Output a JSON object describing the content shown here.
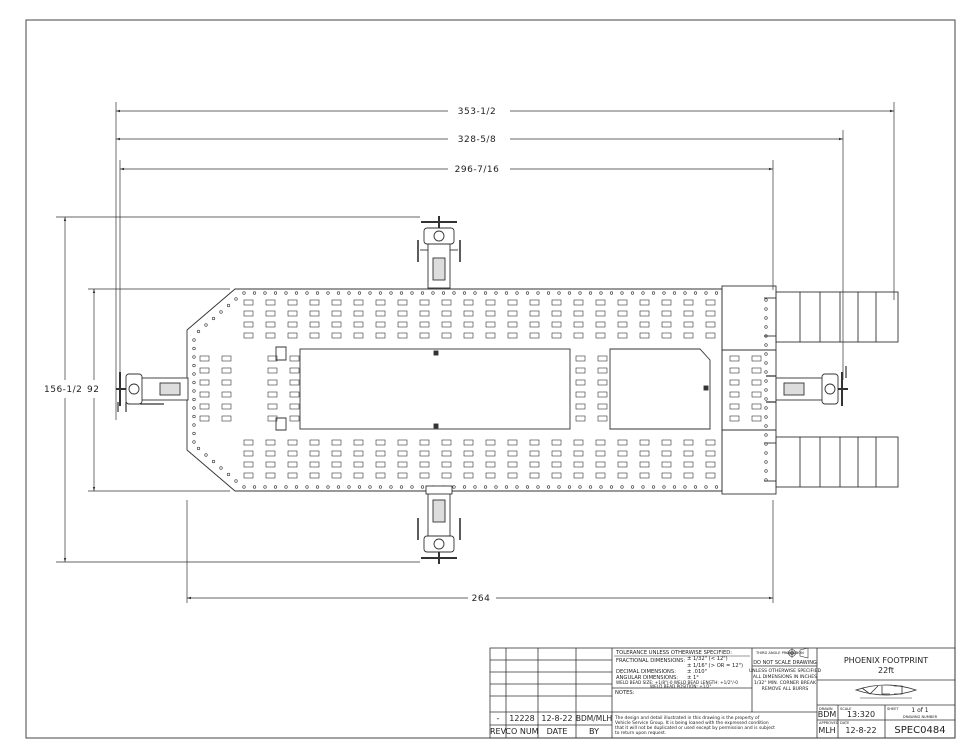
{
  "dimensions": {
    "overall_length": "353-1/2",
    "length_2": "328-5/8",
    "length_3": "296-7/16",
    "overall_width": "156-1/2",
    "platform_width": "92",
    "platform_length": "264"
  },
  "title_block": {
    "tolerance_header": "TOLERANCE UNLESS OTHERWISE SPECIFIED:",
    "fractional_label": "FRACTIONAL DIMENSIONS:",
    "fractional_val_1": "± 1/32\" (< 12\")",
    "fractional_val_2": "± 1/16\" (> OR = 12\")",
    "decimal_label": "DECIMAL DIMENSIONS:",
    "decimal_val": "± .010\"",
    "angular_label": "ANGULAR DIMENSIONS:",
    "angular_val": "± 1°",
    "weld_line_1": "WELD BEAD SIZE: +1/8\"/-0     WELD BEAD LENGTH: +1/2\"/-0",
    "weld_line_2": "WELD BEAD POSITION: ±1/2\"",
    "notes_label": "NOTES:",
    "third_angle": "THIRD ANGLE PROJECTION",
    "do_not_scale": "DO NOT SCALE DRAWING",
    "units_1": "UNLESS OTHERWISE SPECIFIED",
    "units_2": "ALL DIMENSIONS IN INCHES",
    "units_3": "1/32\" MIN. CORNER BREAK",
    "units_4": "REMOVE ALL BURRS",
    "title_1": "PHOENIX FOOTPRINT",
    "title_2": "22ft",
    "disclaimer_1": "The design and detail illustrated in this drawing is the property of",
    "disclaimer_2": "Vehicle Service Group.  It is being loaned with the expressed condition",
    "disclaimer_3": "that it will not be duplicated or used except by permission and is subject",
    "disclaimer_4": "to return upon request.",
    "drawn_label": "DRAWN",
    "drawn_val": "BDM",
    "scale_label": "SCALE",
    "scale_val": "13:320",
    "sheet_label": "SHEET",
    "sheet_val": "1 of 1",
    "approved_label": "APPROVED",
    "approved_val": "MLH",
    "date_label": "DATE",
    "date_val": "12-8-22",
    "drawing_number_label": "DRAWING NUMBER",
    "drawing_number": "SPEC0484",
    "rev_row_rev": "-",
    "rev_row_co": "12228",
    "rev_row_date": "12-8-22",
    "rev_row_by": "BDM/MLH",
    "hdr_rev": "REV",
    "hdr_co": "CO NUM",
    "hdr_date": "DATE",
    "hdr_by": "BY"
  }
}
